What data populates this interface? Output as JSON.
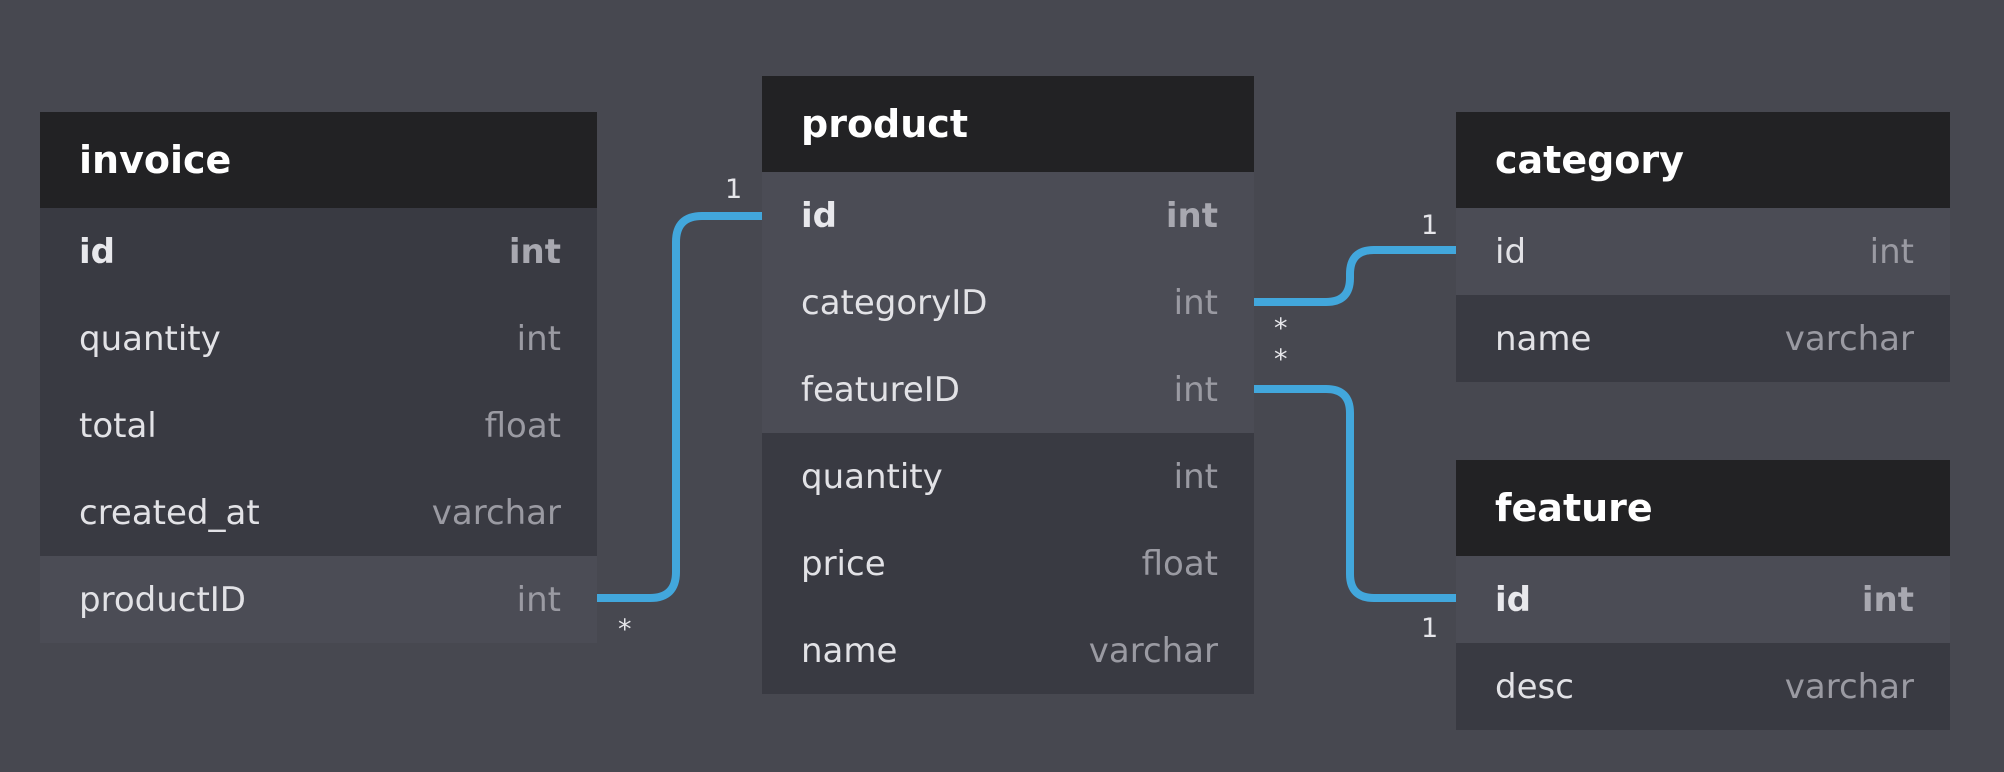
{
  "colors": {
    "link": "#42a7dc",
    "header": "#222224",
    "row": "#393a42",
    "row_highlight": "#4b4c55"
  },
  "tables": {
    "invoice": {
      "name": "invoice",
      "fields": [
        {
          "name": "id",
          "type": "int"
        },
        {
          "name": "quantity",
          "type": "int"
        },
        {
          "name": "total",
          "type": "float"
        },
        {
          "name": "created_at",
          "type": "varchar"
        },
        {
          "name": "productID",
          "type": "int"
        }
      ]
    },
    "product": {
      "name": "product",
      "fields": [
        {
          "name": "id",
          "type": "int"
        },
        {
          "name": "categoryID",
          "type": "int"
        },
        {
          "name": "featureID",
          "type": "int"
        },
        {
          "name": "quantity",
          "type": "int"
        },
        {
          "name": "price",
          "type": "float"
        },
        {
          "name": "name",
          "type": "varchar"
        }
      ]
    },
    "category": {
      "name": "category",
      "fields": [
        {
          "name": "id",
          "type": "int"
        },
        {
          "name": "name",
          "type": "varchar"
        }
      ]
    },
    "feature": {
      "name": "feature",
      "fields": [
        {
          "name": "id",
          "type": "int"
        },
        {
          "name": "desc",
          "type": "varchar"
        }
      ]
    }
  },
  "relations": [
    {
      "from": "invoice.productID",
      "to": "product.id",
      "from_card": "*",
      "to_card": "1"
    },
    {
      "from": "product.categoryID",
      "to": "category.id",
      "from_card": "*",
      "to_card": "1"
    },
    {
      "from": "product.featureID",
      "to": "feature.id",
      "from_card": "*",
      "to_card": "1"
    }
  ]
}
